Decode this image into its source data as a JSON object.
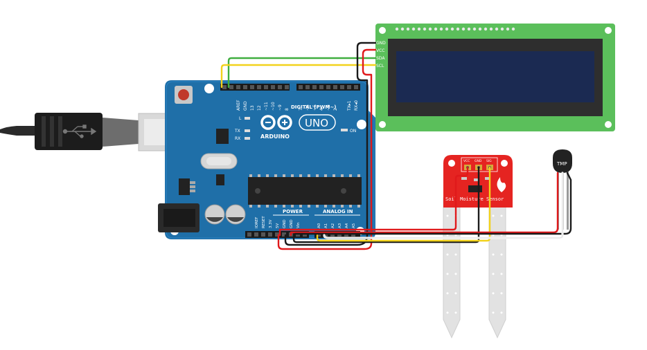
{
  "arduino": {
    "brand": "ARDUINO",
    "model": "UNO",
    "digital_label": "DIGITAL (PWM~)",
    "power_label": "POWER",
    "analog_label": "ANALOG IN",
    "led_l": "L",
    "led_tx": "TX",
    "led_rx": "RX",
    "led_on": "ON",
    "top_pins": [
      "AREF",
      "GND",
      "13",
      "12",
      "~11",
      "~10",
      "~9",
      "8",
      "7",
      "~6",
      "~5",
      "4",
      "~3",
      "2",
      "TX▸1",
      "RX◂0"
    ],
    "power_pins": [
      "IOREF",
      "RESET",
      "3.3V",
      "5V",
      "GND",
      "GND",
      "Vin"
    ],
    "analog_pins": [
      "A0",
      "A1",
      "A2",
      "A3",
      "A4",
      "A5"
    ]
  },
  "lcd": {
    "pins": [
      "GND",
      "VCC",
      "SDA",
      "SCL"
    ]
  },
  "soil_sensor": {
    "label": "Soil Moisture Sensor",
    "pins": [
      "VCC",
      "GND",
      "SIG"
    ]
  },
  "temp_sensor": {
    "label": "TMP"
  },
  "colors": {
    "board": "#1f6fa8",
    "lcd_green": "#5bbf5b",
    "lcd_screen": "#1b2a52",
    "sensor_red": "#e52421",
    "wire_red": "#e0191b",
    "wire_black": "#1a1a1a",
    "wire_yellow": "#f2d21b",
    "wire_green": "#3fae3f",
    "wire_white": "#f2f2f2"
  }
}
